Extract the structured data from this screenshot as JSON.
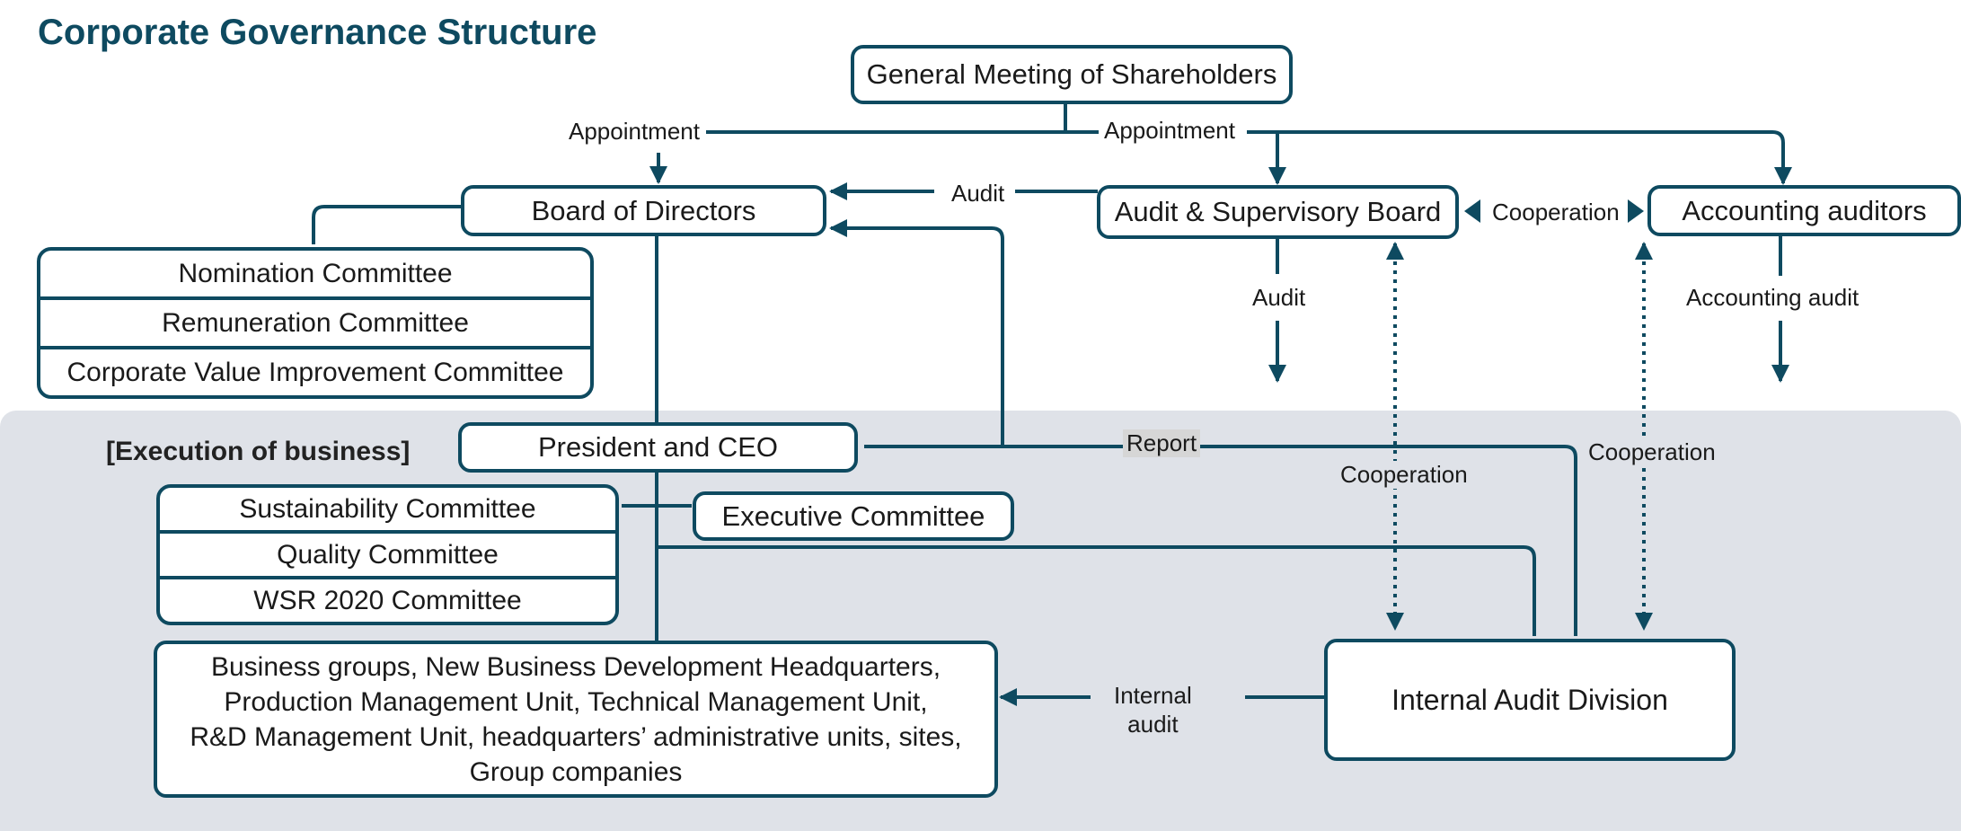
{
  "title": "Corporate Governance Structure",
  "execution_label": "[Execution of business]",
  "nodes": {
    "shareholders": "General Meeting of Shareholders",
    "board": "Board of Directors",
    "audit_board": "Audit & Supervisory Board",
    "accounting_auditors": "Accounting auditors",
    "president": "President and CEO",
    "executive_committee": "Executive Committee",
    "internal_audit_division": "Internal Audit Division",
    "board_committees": [
      "Nomination Committee",
      "Remuneration Committee",
      "Corporate Value Improvement Committee"
    ],
    "exec_committees": [
      "Sustainability Committee",
      "Quality Committee",
      "WSR 2020 Committee"
    ],
    "business_units_lines": [
      "Business groups, New Business Development Headquarters,",
      "Production Management Unit, Technical Management Unit,",
      "R&D Management Unit, headquarters’ administrative units, sites,",
      "Group companies"
    ]
  },
  "edge_labels": {
    "appointment_left": "Appointment",
    "appointment_right": "Appointment",
    "audit_to_board": "Audit",
    "cooperation_top": "Cooperation",
    "audit_down": "Audit",
    "accounting_audit": "Accounting audit",
    "report": "Report",
    "cooperation_mid": "Cooperation",
    "cooperation_right": "Cooperation",
    "internal_audit_line1": "Internal",
    "internal_audit_line2": "audit"
  },
  "colors": {
    "line": "#0e4a60",
    "title": "#0e4a60",
    "execution_background": "#dfe2e8"
  }
}
